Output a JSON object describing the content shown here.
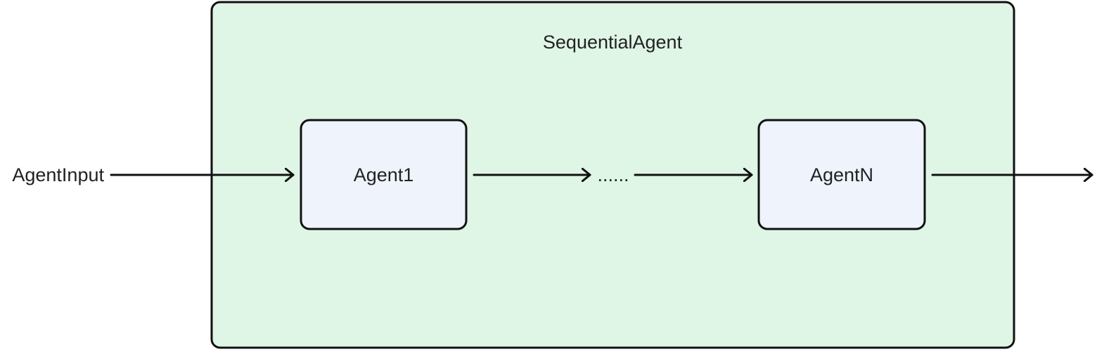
{
  "diagram": {
    "container_label": "SequentialAgent",
    "input_label": "AgentInput",
    "agents": [
      {
        "label": "Agent1"
      },
      {
        "label": "AgentN"
      }
    ],
    "ellipsis_label": "......"
  },
  "colors": {
    "container_fill": "#dff5e5",
    "agent_fill": "#eef3fc",
    "stroke": "#111111",
    "text": "#222222"
  }
}
